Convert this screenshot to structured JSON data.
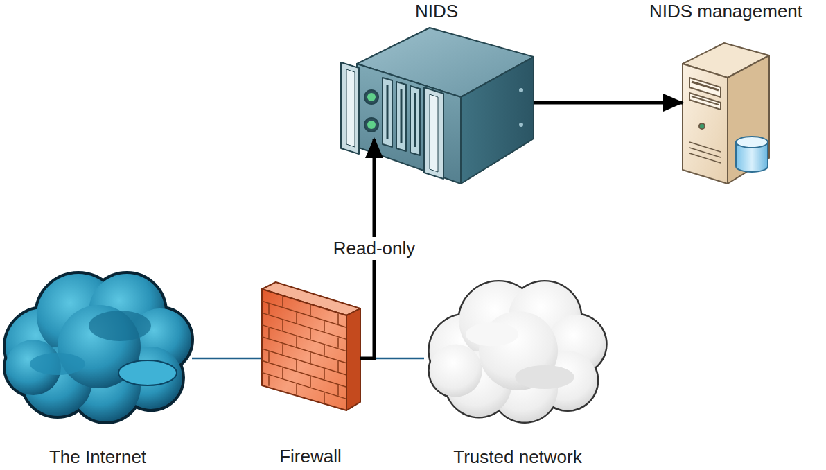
{
  "diagram": {
    "nodes": [
      {
        "text": [
          "NIDS"
        ]
      },
      {
        "text": [
          "NIDS management"
        ]
      },
      {
        "text": [
          "The Internet"
        ]
      },
      {
        "text": [
          "Firewall"
        ]
      },
      {
        "text": [
          "Trusted network"
        ]
      }
    ],
    "edges": [
      {
        "from": 2,
        "to": 3,
        "arrow": "none"
      },
      {
        "from": 3,
        "to": 4,
        "arrow": "none"
      },
      {
        "from": 3,
        "to": 0,
        "arrow": "to",
        "label": "Read-only"
      },
      {
        "from": 0,
        "to": 1,
        "arrow": "to"
      }
    ]
  }
}
